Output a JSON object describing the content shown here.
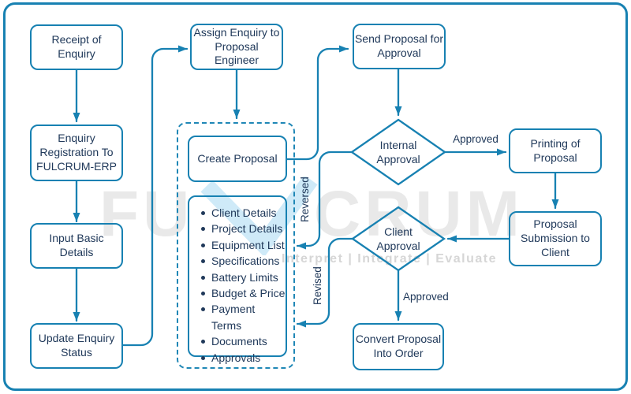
{
  "flowchart": {
    "boxes": {
      "receipt": {
        "label": "Receipt of Enquiry"
      },
      "registration": {
        "label": "Enquiry\nRegistration To\nFULCRUM-ERP"
      },
      "input_basic": {
        "label": "Input Basic Details"
      },
      "update_status": {
        "label": "Update Enquiry\nStatus"
      },
      "assign": {
        "label": "Assign Enquiry to\nProposal Engineer"
      },
      "create_proposal": {
        "label": "Create Proposal"
      },
      "send_proposal": {
        "label": "Send Proposal for\nApproval"
      },
      "printing": {
        "label": "Printing of\nProposal"
      },
      "submission": {
        "label": "Proposal\nSubmission to\nClient"
      },
      "convert": {
        "label": "Convert Proposal\nInto Order"
      }
    },
    "decisions": {
      "internal_approval": {
        "label": "Internal\nApproval"
      },
      "client_approval": {
        "label": "Client\nApproval"
      }
    },
    "proposal_details_box": {
      "items": [
        "Client Details",
        "Project Details",
        "Equipment List",
        "Specifications",
        "Battery Limits",
        "Budget & Price",
        "Payment Terms",
        "Documents",
        "Approvals"
      ]
    },
    "edge_labels": {
      "approved_internal": "Approved",
      "approved_client": "Approved",
      "reversed": "Reversed",
      "revised": "Revised"
    }
  },
  "watermark": {
    "logo_left": "FU",
    "logo_right": "CRUM",
    "tagline": "Interpret | Integrate | Evaluate"
  },
  "colors": {
    "accent_teal": "#1781b2",
    "text_navy": "#20395a",
    "watermark_gray": "#e9e9e9",
    "watermark_blue": "#cfeaf8",
    "background": "#ffffff"
  }
}
